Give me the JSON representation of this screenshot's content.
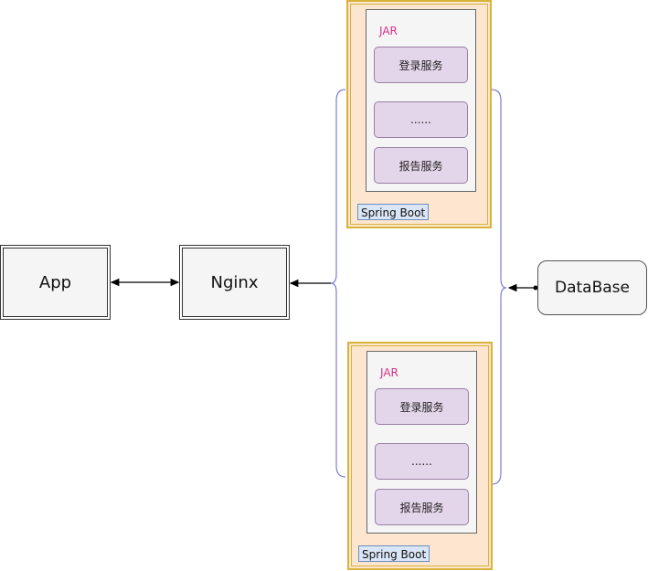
{
  "nodes": {
    "app": "App",
    "nginx": "Nginx",
    "database": "DataBase"
  },
  "instances": [
    {
      "jar_label": "JAR",
      "services": [
        "登录服务",
        "......",
        "报告服务"
      ],
      "framework_label": "Spring Boot"
    },
    {
      "jar_label": "JAR",
      "services": [
        "登录服务",
        "......",
        "报告服务"
      ],
      "framework_label": "Spring Boot"
    }
  ],
  "colors": {
    "jar_label": "#d63384",
    "spring_boot_fill": "#fde6cf",
    "spring_boot_border": "#d9b23a",
    "service_fill": "#e4d6ea",
    "label_fill": "#dae5f6",
    "bracket": "#7b7fd1"
  }
}
